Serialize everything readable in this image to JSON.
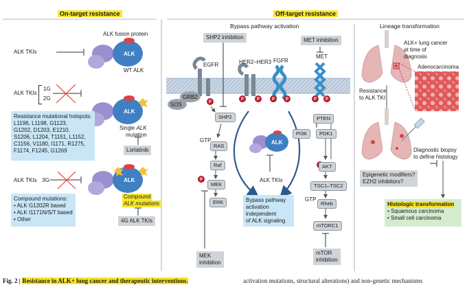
{
  "headers": {
    "on_target": "On-target resistance",
    "off_target": "Off-target resistance",
    "bypass": "Bypass pathway activation",
    "lineage": "Lineage transformation"
  },
  "on_target": {
    "alk_fusion_protein": "ALK fusion protein",
    "alk_tkis_1": "ALK TKIs",
    "alk": "ALK",
    "wt_alk": "WT ALK",
    "alk_tkis_2": "ALK TKIs",
    "gen_1g": "1G",
    "gen_2g": "2G",
    "hotspots_title": "Resistance mutational hotspots:",
    "hotspots_lines": [
      "L1196, L1198, G1123,",
      "G1202, D1203, E1210,",
      "S1206, L1204, T1151, L1152,",
      "C1156, V1180, I1171, R1275,",
      "F1174, F1245, G1269"
    ],
    "single_alk_mutation_1": "Single ",
    "single_alk_mutation_italic": "ALK",
    "single_alk_mutation_2": "mutation",
    "lorlatinib": "Lorlatinib",
    "alk_tkis_3": "ALK TKIs",
    "gen_3g": "3G",
    "compound_title": "Compound mutations:",
    "compound_items": [
      "ALK G1202R based",
      "ALK I1171N/S/T based",
      "Other"
    ],
    "compound_alk_1": "Compound",
    "compound_alk_2": "ALK mutations",
    "tkis_4g": "4G ALK TKIs"
  },
  "bypass": {
    "shp2_inhibition": "SHP2 inhibition",
    "met_inhibition": "MET inhibition",
    "egfr": "EGFR",
    "her2_her3": "HER2–HER3",
    "fgfr": "FGFR",
    "met": "MET",
    "grb2": "GRB2",
    "sos": "SOS",
    "shp2": "SHP2",
    "gtp_1": "GTP",
    "ras": "RAS",
    "raf": "Raf",
    "mek": "MEK",
    "erk": "ERK",
    "p": "P",
    "pten": "PTEN",
    "pi3k": "PI3K",
    "pdk1": "PDK1",
    "akt": "AKT",
    "tsc": "TSC1–TSC2",
    "gtp_2": "GTP",
    "rheb": "Rheb",
    "mtorc1": "mTORC1",
    "alk_mid": "ALK",
    "alk_tkis_mid": "ALK TKIs",
    "bypass_box": [
      "Bypass pathway",
      "activation",
      "independent",
      "of ALK signaling"
    ],
    "mek_inhibition": [
      "MEK",
      "inhibition"
    ],
    "mtor_inhibition": [
      "mTOR",
      "inhibition"
    ]
  },
  "lineage": {
    "alk_lung_cancer": [
      "ALK+ lung cancer",
      "at time of",
      "diagnosis"
    ],
    "adenocarcinoma": "Adenocarcinoma",
    "resistance": [
      "Resistance",
      "to ALK TKI"
    ],
    "biopsy": [
      "Diagnostic biopsy",
      "to define histology"
    ],
    "epigenetic": [
      "Epigenetic modifiers?",
      "EZH2 inhibitors?"
    ],
    "histologic_title": "Histologic transformation",
    "histologic_items": [
      "Squamous carcinoma",
      "Small cell carcinoma"
    ]
  },
  "caption": {
    "label": "Fig. 2 |",
    "title": "Resistance in ALK+ lung cancer and therapeutic interventions.",
    "continuation": "activation mutations, structural alterations) and non-genetic mechanisms"
  },
  "colors": {
    "alk_purple": "#9b8fd0",
    "alk_blue": "#3f7fc4",
    "membrane": "#c8cdd3",
    "p_red": "#b3202d",
    "highlight_yellow": "#f7e62a",
    "light_blue_box": "#c9e6f6",
    "green_box": "#d3ecd0",
    "grey_box": "#cfd4d9",
    "x_red": "#e0463c",
    "lung_pink": "#e6b5b5"
  }
}
